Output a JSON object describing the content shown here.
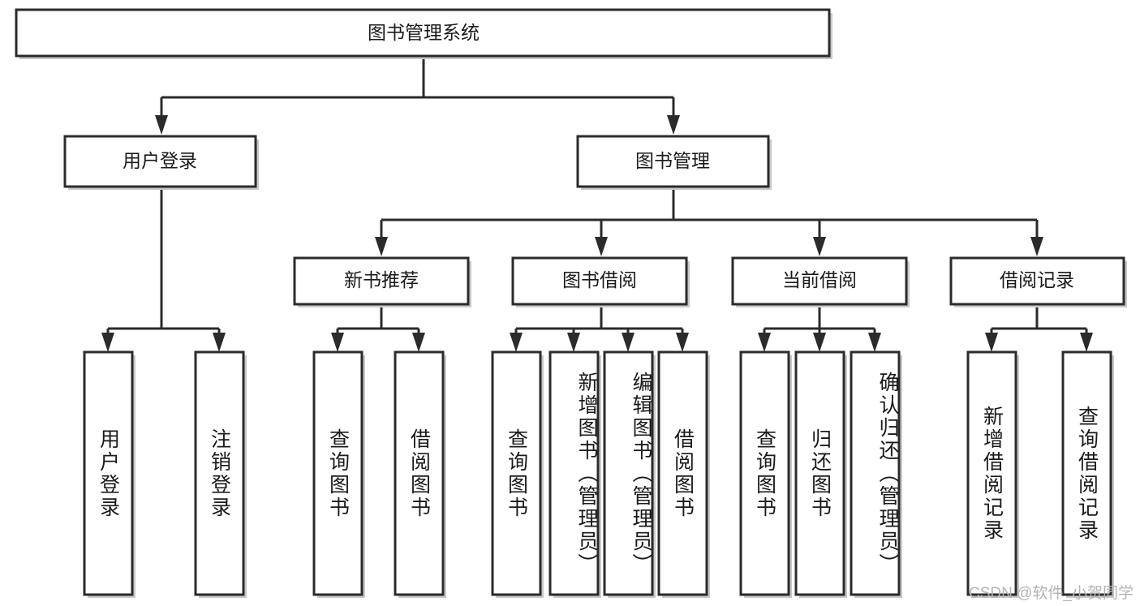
{
  "diagram": {
    "title": "图书管理系统",
    "type": "tree-hierarchy-diagram",
    "colors": {
      "box_stroke": "#2b2b2b",
      "box_fill": "#ffffff",
      "text": "#1a1a1a",
      "watermark": "#b4b4b4",
      "background": "#ffffff"
    },
    "root": {
      "id": "root",
      "label": "图书管理系统",
      "orientation": "horizontal"
    },
    "level2": [
      {
        "id": "user-login",
        "label": "用户登录",
        "orientation": "horizontal"
      },
      {
        "id": "book-manage",
        "label": "图书管理",
        "orientation": "horizontal"
      }
    ],
    "level3": [
      {
        "id": "new-book-recommend",
        "label": "新书推荐",
        "orientation": "horizontal",
        "parent": "book-manage"
      },
      {
        "id": "book-borrow",
        "label": "图书借阅",
        "orientation": "horizontal",
        "parent": "book-manage"
      },
      {
        "id": "current-borrow",
        "label": "当前借阅",
        "orientation": "horizontal",
        "parent": "book-manage"
      },
      {
        "id": "borrow-record",
        "label": "借阅记录",
        "orientation": "horizontal",
        "parent": "book-manage"
      }
    ],
    "leaves": [
      {
        "id": "leaf-user-login",
        "label": "用户登录",
        "parent": "user-login",
        "orientation": "vertical"
      },
      {
        "id": "leaf-logout-login",
        "label": "注销登录",
        "parent": "user-login",
        "orientation": "vertical"
      },
      {
        "id": "leaf-query-book-1",
        "label": "查询图书",
        "parent": "new-book-recommend",
        "orientation": "vertical"
      },
      {
        "id": "leaf-borrow-book-1",
        "label": "借阅图书",
        "parent": "new-book-recommend",
        "orientation": "vertical"
      },
      {
        "id": "leaf-query-book-2",
        "label": "查询图书",
        "parent": "book-borrow",
        "orientation": "vertical"
      },
      {
        "id": "leaf-add-book-admin",
        "label": "新增图书（管理员）",
        "parent": "book-borrow",
        "orientation": "vertical"
      },
      {
        "id": "leaf-edit-book-admin",
        "label": "编辑图书（管理员）",
        "parent": "book-borrow",
        "orientation": "vertical"
      },
      {
        "id": "leaf-borrow-book-2",
        "label": "借阅图书",
        "parent": "book-borrow",
        "orientation": "vertical"
      },
      {
        "id": "leaf-query-book-3",
        "label": "查询图书",
        "parent": "current-borrow",
        "orientation": "vertical"
      },
      {
        "id": "leaf-return-book",
        "label": "归还图书",
        "parent": "current-borrow",
        "orientation": "vertical"
      },
      {
        "id": "leaf-confirm-return-admin",
        "label": "确认归还（管理员）",
        "parent": "current-borrow",
        "orientation": "vertical"
      },
      {
        "id": "leaf-add-borrow-record",
        "label": "新增借阅记录",
        "parent": "borrow-record",
        "orientation": "vertical"
      },
      {
        "id": "leaf-query-borrow-record",
        "label": "查询借阅记录",
        "parent": "borrow-record",
        "orientation": "vertical"
      }
    ]
  },
  "watermark": {
    "text": "CSDN @软件_小贺同学"
  }
}
